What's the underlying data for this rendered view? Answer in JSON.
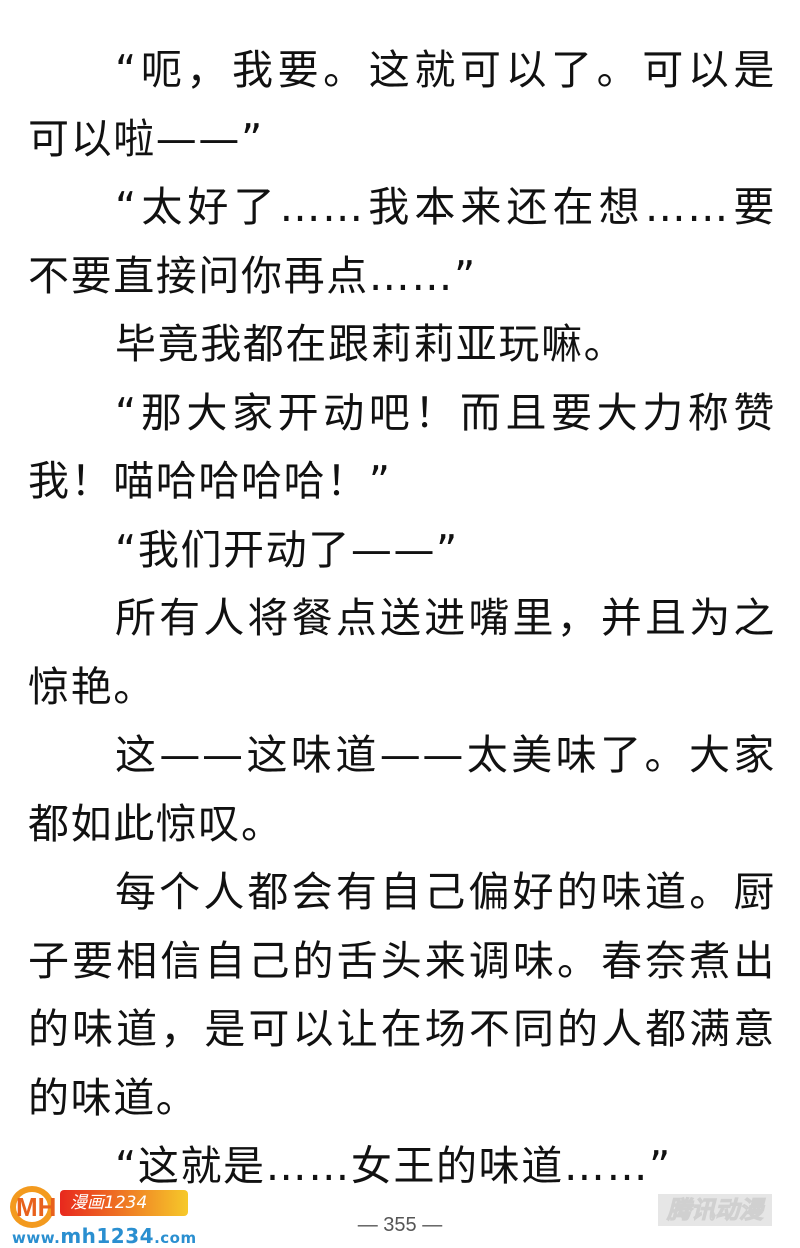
{
  "paragraphs": [
    "“呃，我要。这就可以了。可以是可以啦——”",
    "“太好了……我本来还在想……要不要直接问你再点……”",
    "毕竟我都在跟莉莉亚玩嘛。",
    "“那大家开动吧！而且要大力称赞我！喵哈哈哈哈！”",
    "“我们开动了——”",
    "所有人将餐点送进嘴里，并且为之惊艳。",
    "这——这味道——太美味了。大家都如此惊叹。",
    "每个人都会有自己偏好的味道。厨子要相信自己的舌头来调味。春奈煮出的味道，是可以让在场不同的人都满意的味道。",
    "“这就是……女王的味道……”"
  ],
  "footer": {
    "page_number": "— 355 —",
    "logo": {
      "mark": "MH",
      "badge_text": "漫画1234",
      "url_prefix": "www.",
      "url_main": "mh1234",
      "url_suffix": ".com"
    },
    "watermark_text": "腾讯动漫"
  },
  "colors": {
    "text": "#111111",
    "background": "#ffffff",
    "logo_orange": "#f39a1e",
    "logo_blue": "#2a8fd0"
  }
}
